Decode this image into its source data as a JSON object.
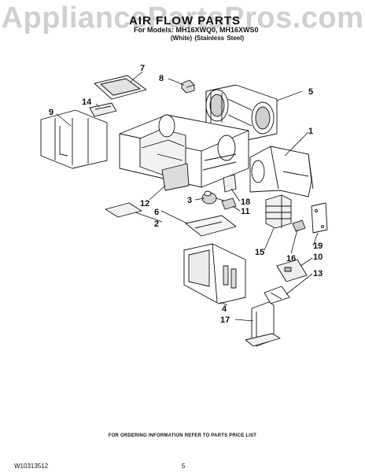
{
  "watermark": "AppliancePartsPros.com",
  "header": {
    "title": "AIR FLOW PARTS",
    "models": "For Models: MH16XWQ0, MH16XWS0",
    "variants": "(White)   (Stainless Steel)"
  },
  "callouts": [
    "1",
    "2",
    "3",
    "4",
    "5",
    "6",
    "7",
    "8",
    "9",
    "10",
    "11",
    "12",
    "13",
    "14",
    "15",
    "16",
    "17",
    "18",
    "19"
  ],
  "footer": {
    "note": "FOR ORDERING INFORMATION REFER TO PARTS PRICE LIST",
    "doc_number": "W10313512",
    "page": "5"
  }
}
